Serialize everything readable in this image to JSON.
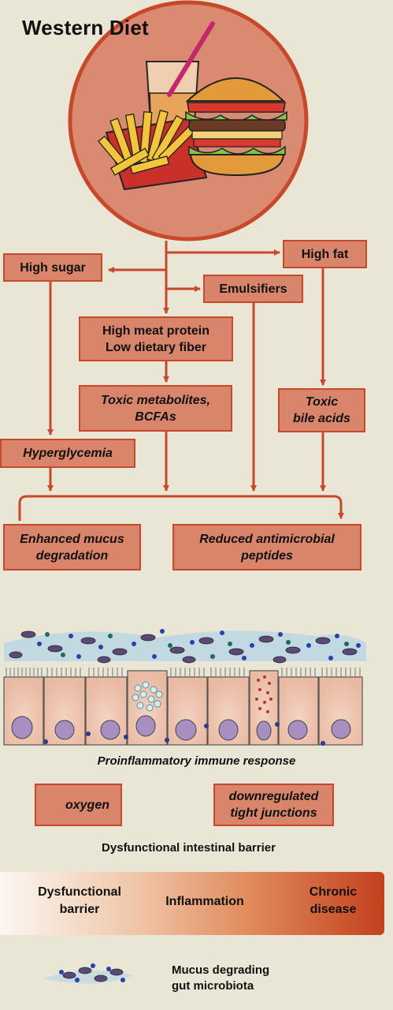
{
  "title": "Western Diet",
  "nodes": {
    "high_sugar": "High sugar",
    "high_fat": "High fat",
    "emulsifiers": "Emulsifiers",
    "meat_fiber": "High meat protein\nLow dietary fiber",
    "toxic_metabolites": "Toxic metabolites,\nBCFAs",
    "toxic_bile_acids": "Toxic\nbile acids",
    "hyperglycemia": "Hyperglycemia",
    "mucus_degradation": "Enhanced mucus\ndegradation",
    "antimicrobial": "Reduced antimicrobial\npeptides",
    "oxygen": "oxygen",
    "tight_junctions": "downregulated\ntight junctions"
  },
  "captions": {
    "immune": "Proinflammatory immune response",
    "barrier": "Dysfunctional intestinal barrier"
  },
  "progression": {
    "step1": "Dysfunctional\nbarrier",
    "step2": "Inflammation",
    "step3": "Chronic\ndisease"
  },
  "legend": {
    "label": "Mucus degrading\ngut microbiota"
  },
  "colors": {
    "box_fill": "#d9856c",
    "box_border": "#c8482c",
    "arrow": "#c8482c",
    "background": "#eae6d6"
  }
}
